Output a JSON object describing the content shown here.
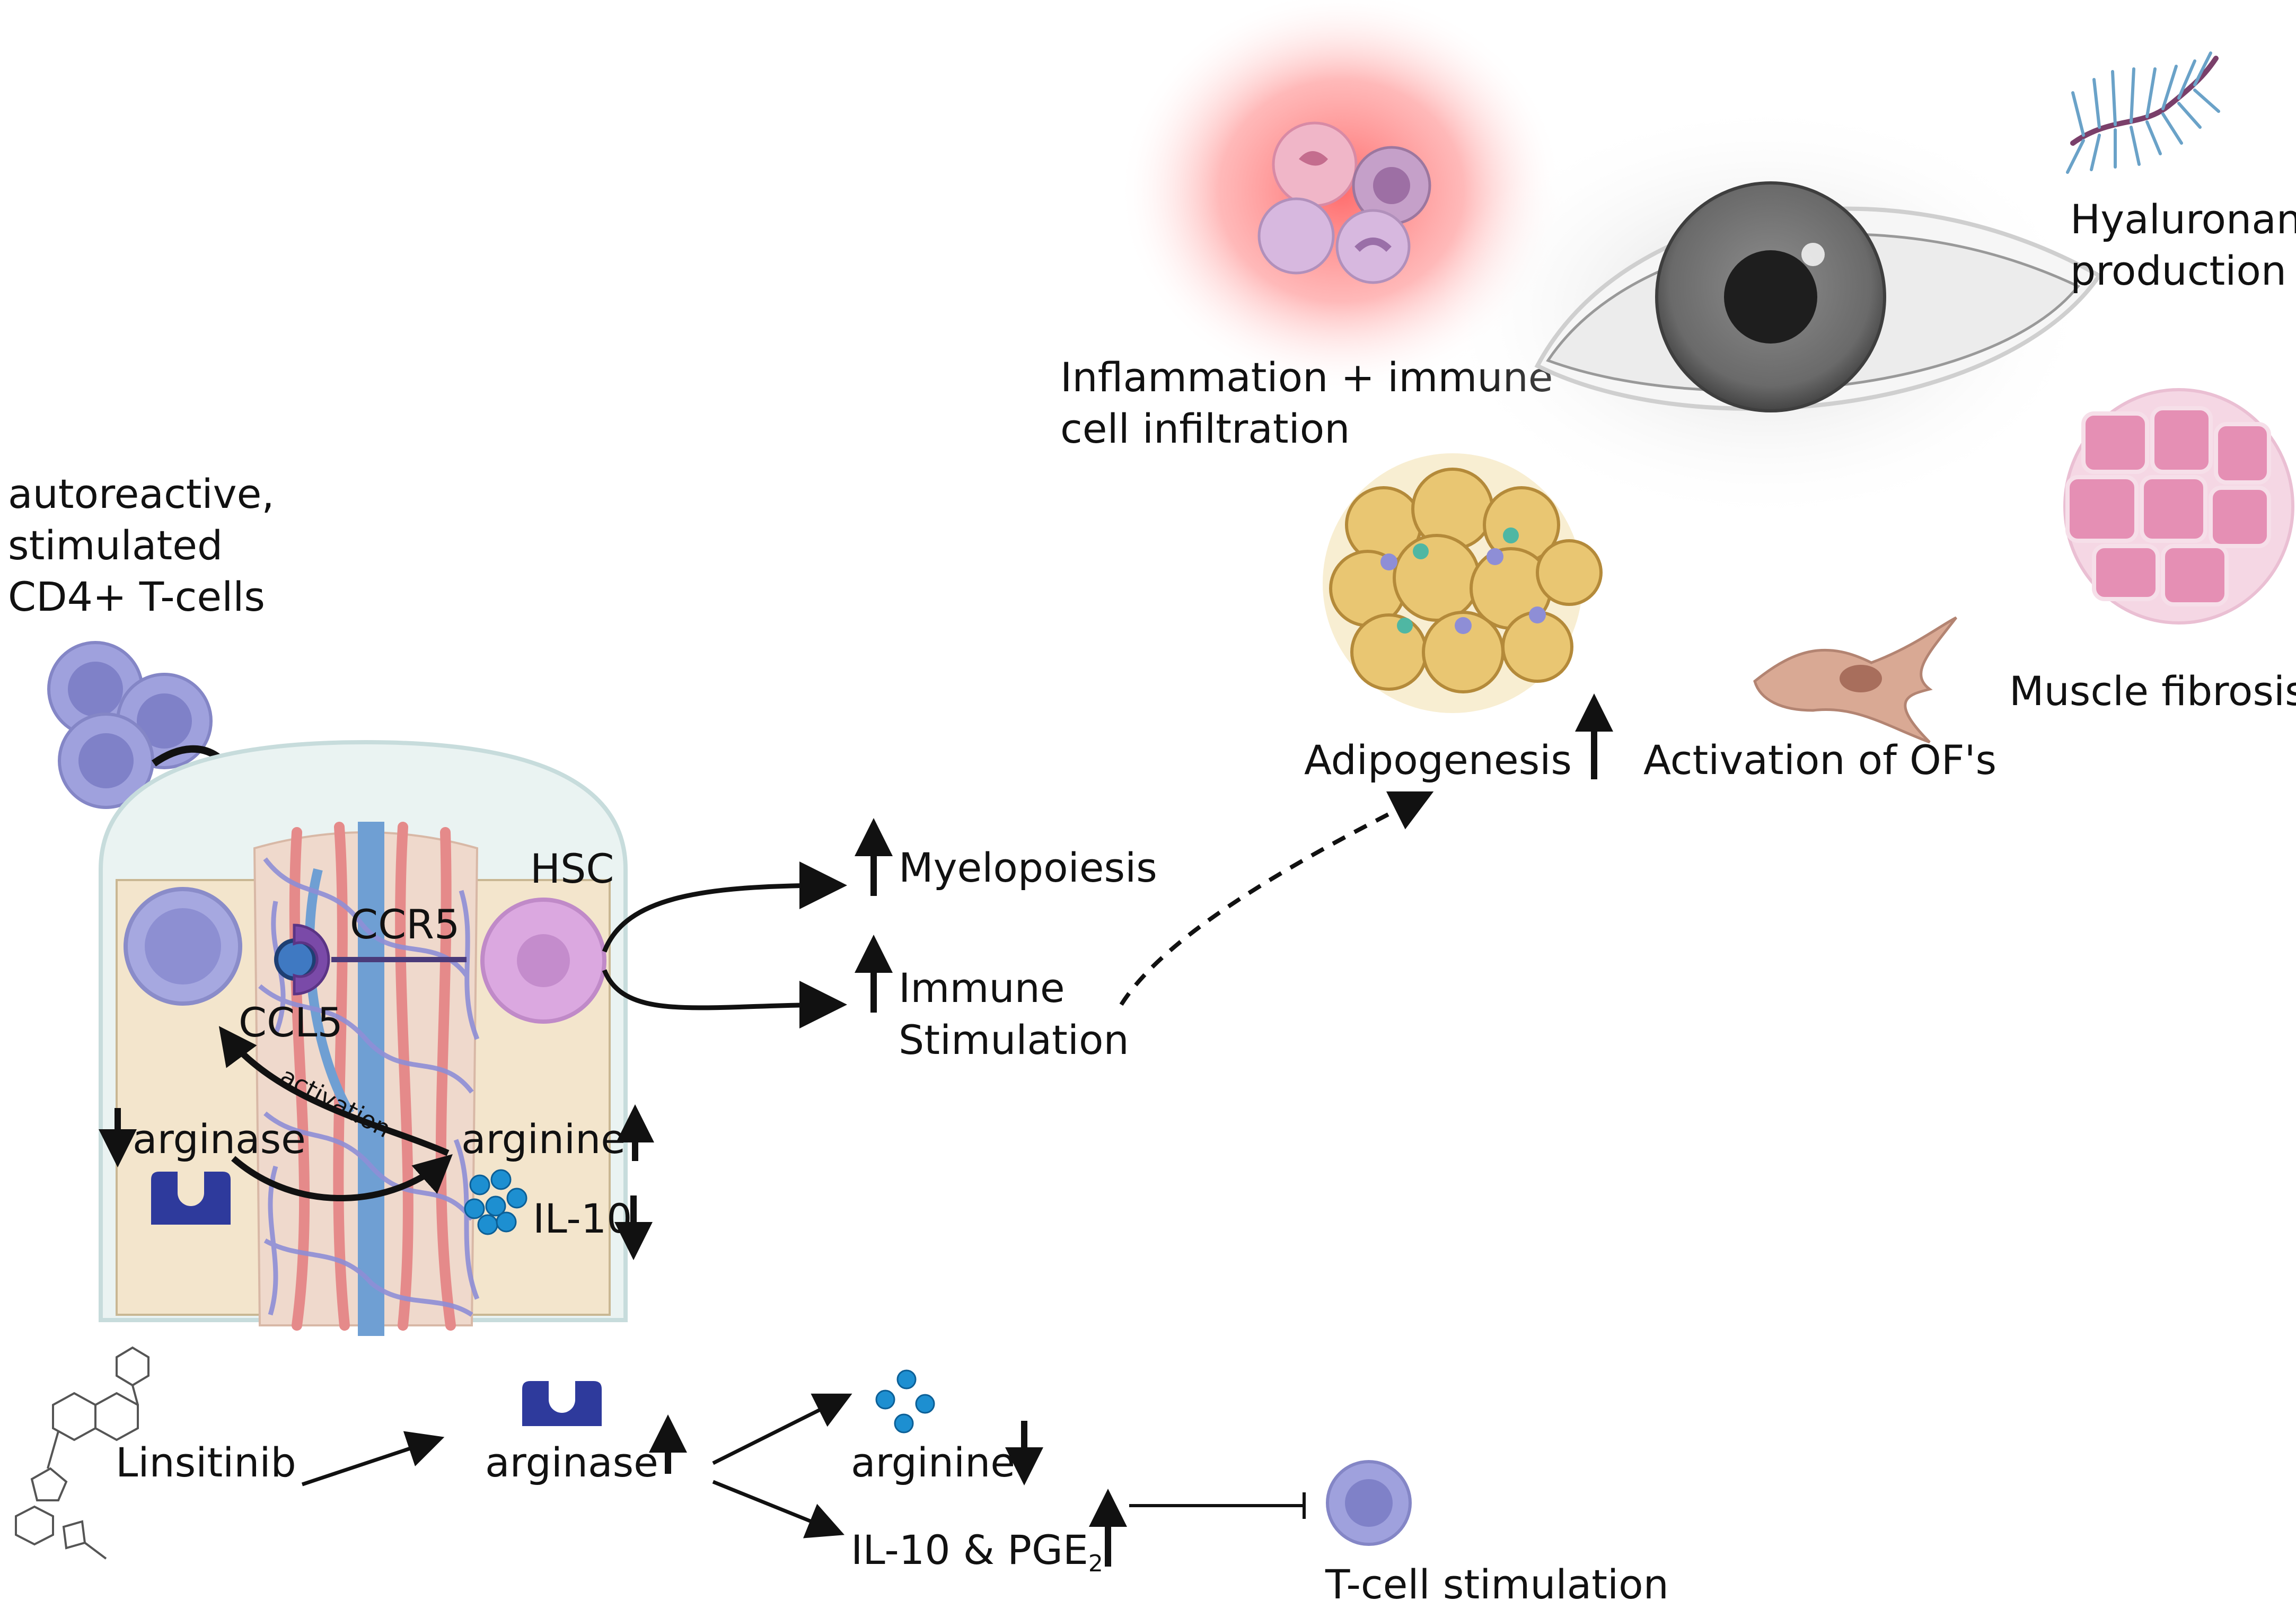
{
  "labels": {
    "t_cells_line1": "autoreactive,",
    "t_cells_line2": "stimulated",
    "t_cells_line3": "CD4+ T-cells",
    "hsc": "HSC",
    "ccr5": "CCR5",
    "ccl5": "CCL5",
    "activation": "activation",
    "arginase_bm": "arginase",
    "arginine_bm": "arginine",
    "il10_bm": "IL-10",
    "myelopoiesis": "Myelopoiesis",
    "immune_line1": "Immune",
    "immune_line2": "Stimulation",
    "inflammation_line1": "Inflammation + immune",
    "inflammation_line2": "cell infiltration",
    "hyaluronan_line1": "Hyaluronan",
    "hyaluronan_line2": "production",
    "muscle_fibrosis": "Muscle fibrosis",
    "adipogenesis": "Adipogenesis",
    "activation_ofs": "Activation of OF's",
    "linsitinib": "Linsitinib",
    "arginase_bottom": "arginase",
    "arginine_bottom": "arginine",
    "il10_pge2": "IL-10 & PGE",
    "il10_pge2_sub": "2",
    "tcell_stimulation": "T-cell stimulation"
  },
  "colors": {
    "t_cell": "#9fa1dd",
    "t_cell_nucleus": "#7f81c8",
    "hsc": "#dba8e0",
    "hsc_nucleus": "#c48ccc",
    "bone": "#f3e5cc",
    "bone_edge": "#c9dede",
    "artery": "#e58a8a",
    "vein": "#6f9fd3",
    "capillary": "#8e8ed6",
    "arginase_enzyme": "#2e3a9c",
    "arginine_molecule": "#1d8fd1",
    "adipocyte": "#e9c672",
    "inflammation_glow": "#ff6b6b",
    "fibroblast": "#d9a994",
    "muscle": "#e58fb4",
    "arrow": "#111111"
  }
}
